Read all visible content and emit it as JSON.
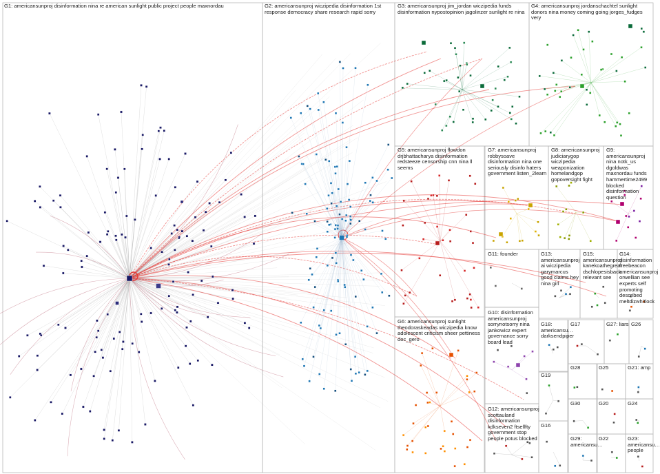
{
  "groups": [
    {
      "id": "G1",
      "label": "G1: americansunproj disinformation nina re american sunlight public project people maxnordau",
      "color": "#1a1a66"
    },
    {
      "id": "G2",
      "label": "G2: americansunproj wiczipedia disinformation 1st response democracy share research rapid sorry",
      "color": "#1f77b4"
    },
    {
      "id": "G3",
      "label": "G3: americansunproj jim_jordan wiczipedia funds disinformation nypostopinion jagolinzer sunlight re nina",
      "color": "#0b6b3a"
    },
    {
      "id": "G4",
      "label": "G4: americansunproj jordanschachtel sunlight donors nina money coming going jorges_fudges very",
      "color": "#2ca02c"
    },
    {
      "id": "G5",
      "label": "G5: americansunproj flowdon drjbhattacharya disinformation redsteeze censorship cnn nina ll seems",
      "color": "#b71c1c"
    },
    {
      "id": "G6",
      "label": "G6: americansunproj sunlight theodoraskeadas wiczipedia know adolescent criticism sheer pettiness doc_gero",
      "color": "#e65100"
    },
    {
      "id": "G7",
      "label": "G7: americansunproj robbysoave disinformation nina one seriously disinfo haters government listen_2learn",
      "color": "#c9a400"
    },
    {
      "id": "G8",
      "label": "G8: americansunproj judiciarygop wiczipedia weaponization homelandgop gopoversight fight",
      "color": "#8a9a00"
    },
    {
      "id": "G9",
      "label": "G9: americansunproj nina notk_us dgoldwas maxnordau funds hammertime2499 blocked disinformation question",
      "color": "#b0006e"
    },
    {
      "id": "G10",
      "label": "G10: disinformation americansunproj sorrynotsorry nina jankowicz expert governance sorry board lead",
      "color": "#8e44ad"
    },
    {
      "id": "G11",
      "label": "G11: founder",
      "color": "#666666"
    },
    {
      "id": "G12",
      "label": "G12: americansunproj scottauland disinformation kdkseven2 ftsellfty government stop people potus blocked",
      "color": "#555555"
    },
    {
      "id": "G13",
      "label": "G13: americansunproj ai wiczipedia garymarcus good claims hey nina girl",
      "color": "#555555"
    },
    {
      "id": "G14",
      "label": "G14: disinformation freebeacon americansunproj orwellian see experts self promoting described meltdizwhitlock",
      "color": "#555555"
    },
    {
      "id": "G15",
      "label": "G15: americansunproj kanekoathegreat dschlopesisback relevant see",
      "color": "#555555"
    },
    {
      "id": "G16",
      "label": "G16",
      "color": "#555555"
    },
    {
      "id": "G17",
      "label": "G17",
      "color": "#555555"
    },
    {
      "id": "G18",
      "label": "G18: americansu… darksendpiper",
      "color": "#555555"
    },
    {
      "id": "G19",
      "label": "G19",
      "color": "#555555"
    },
    {
      "id": "G20",
      "label": "G20",
      "color": "#555555"
    },
    {
      "id": "G21",
      "label": "G21: amp",
      "color": "#555555"
    },
    {
      "id": "G22",
      "label": "G22",
      "color": "#555555"
    },
    {
      "id": "G23",
      "label": "G23: americansu… people",
      "color": "#555555"
    },
    {
      "id": "G24",
      "label": "G24",
      "color": "#555555"
    },
    {
      "id": "G25",
      "label": "G25",
      "color": "#555555"
    },
    {
      "id": "G26",
      "label": "G26",
      "color": "#555555"
    },
    {
      "id": "G27",
      "label": "G27: liars",
      "color": "#555555"
    },
    {
      "id": "G28",
      "label": "G28",
      "color": "#555555"
    },
    {
      "id": "G29",
      "label": "G29: americansu…",
      "color": "#555555"
    },
    {
      "id": "G30",
      "label": "G30",
      "color": "#555555"
    }
  ]
}
